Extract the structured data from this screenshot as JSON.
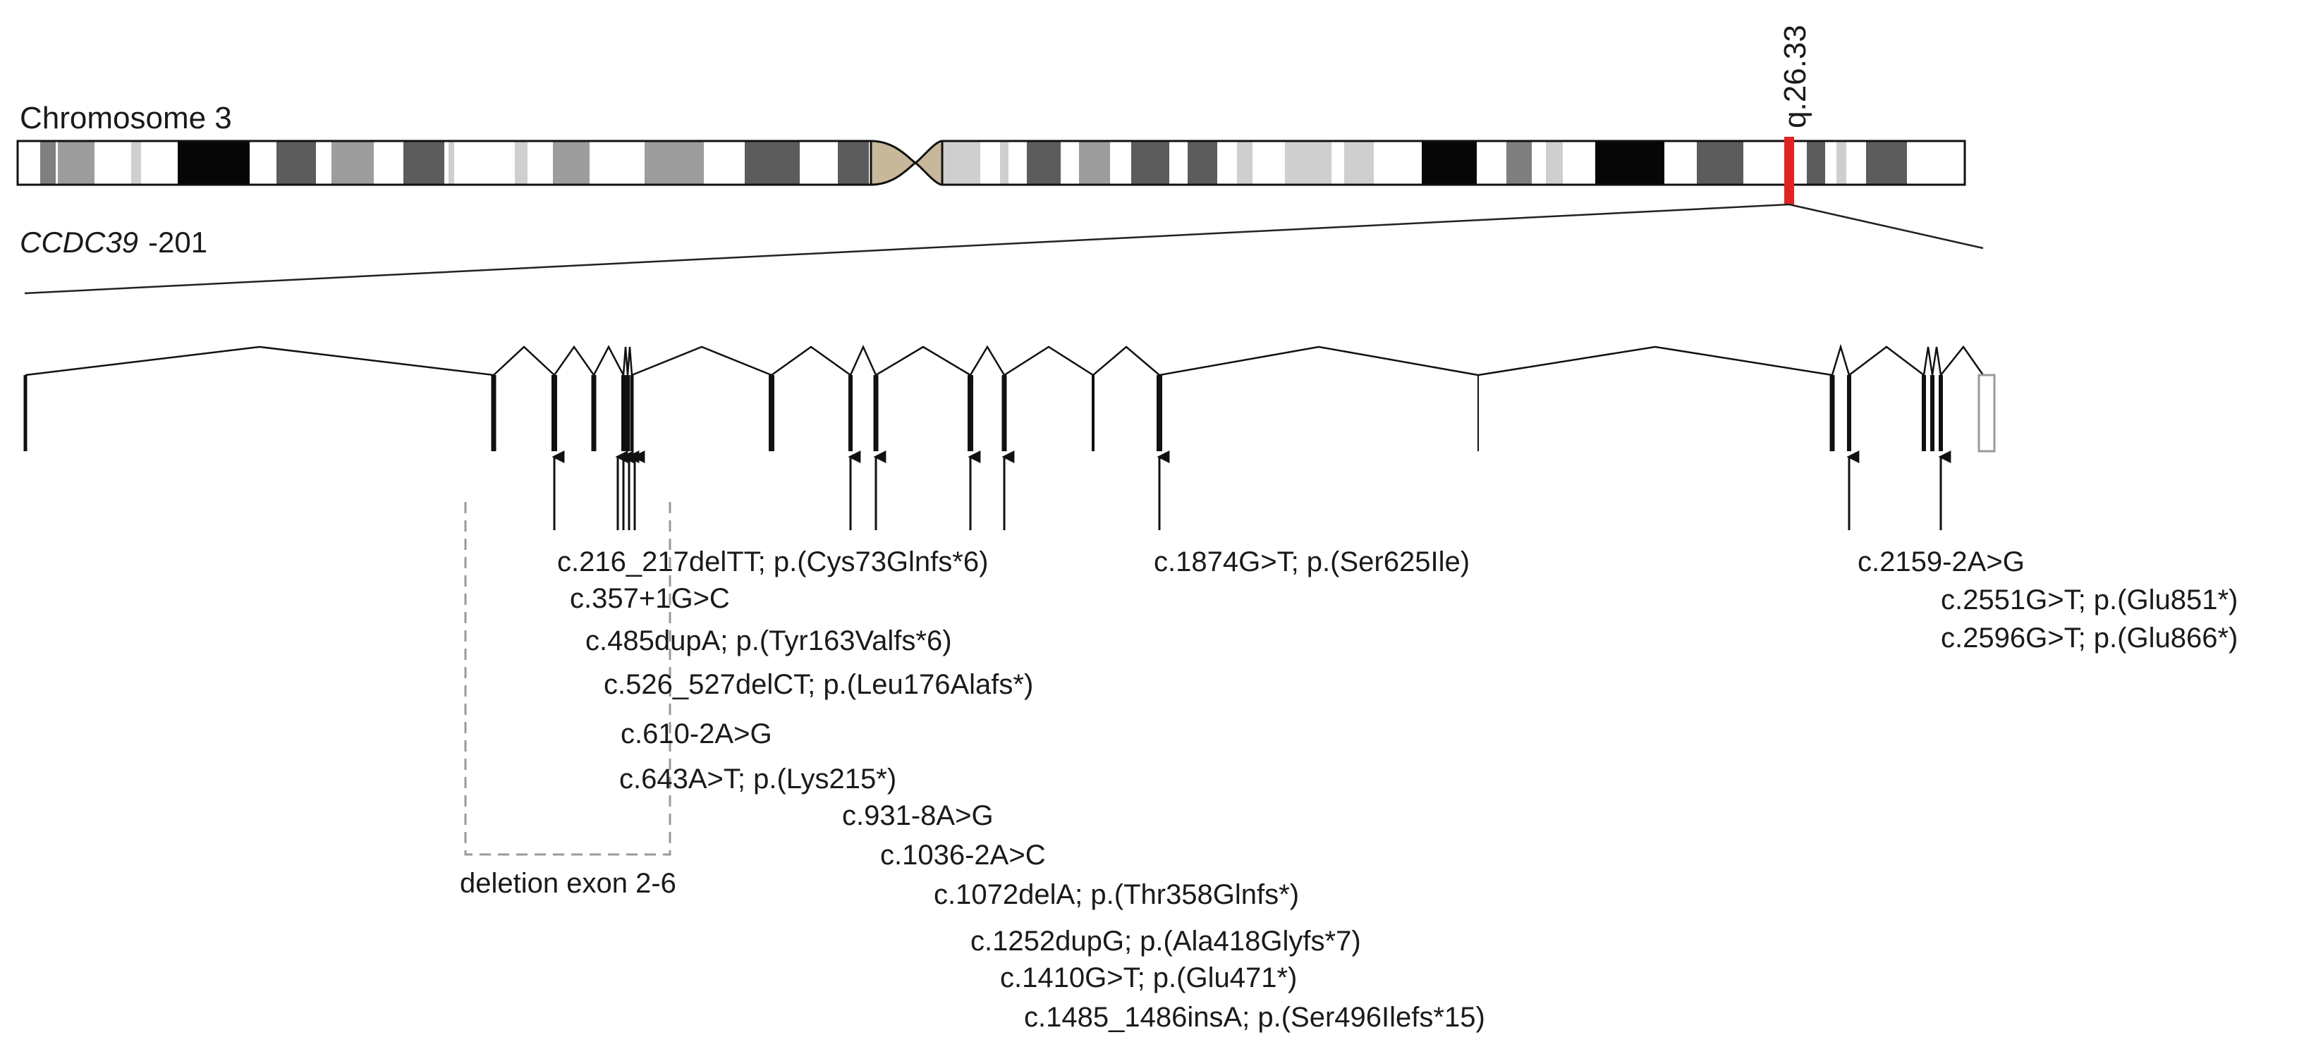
{
  "chromosome": {
    "title": "Chromosome 3",
    "band_label": "q.26.33",
    "highlight_color": "#e42320",
    "centromere_color": "#c7b89b"
  },
  "gene": {
    "name": "CCDC39",
    "transcript": "-201"
  },
  "deletion": {
    "label": "deletion exon 2-6"
  },
  "variants": [
    "c.216_217delTT; p.(Cys73Glnfs*6)",
    "c.357+1G>C",
    "c.485dupA; p.(Tyr163Valfs*6)",
    "c.526_527delCT; p.(Leu176Alafs*)",
    "c.610-2A>G",
    "c.643A>T; p.(Lys215*)",
    "c.931-8A>G",
    "c.1036-2A>C",
    "c.1072delA; p.(Thr358Glnfs*)",
    "c.1252dupG; p.(Ala418Glyfs*7)",
    "c.1410G>T; p.(Glu471*)",
    "c.1485_1486insA; p.(Ser496Ilefs*15)",
    "c.1874G>T; p.(Ser625Ile)",
    "c.2159-2A>G",
    "c.2551G>T; p.(Glu851*)",
    "c.2596G>T; p.(Glu866*)"
  ]
}
